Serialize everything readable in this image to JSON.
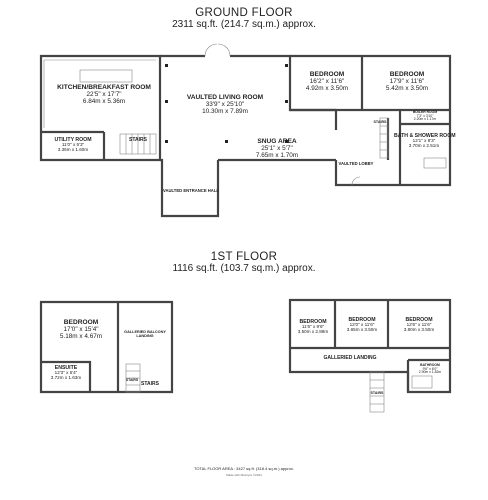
{
  "ground_floor": {
    "heading": "GROUND FLOOR",
    "area": "2311 sq.ft. (214.7 sq.m.) approx.",
    "rooms": [
      {
        "id": "kitchen",
        "name": "KITCHEN/BREAKFAST ROOM",
        "dim_imperial": "22'5\" x 17'7\"",
        "dim_metric": "6.84m x 5.36m"
      },
      {
        "id": "living",
        "name": "VAULTED LIVING ROOM",
        "dim_imperial": "33'9\" x 25'10\"",
        "dim_metric": "10.30m x 7.89m"
      },
      {
        "id": "bedroom1",
        "name": "BEDROOM",
        "dim_imperial": "16'2\" x 11'6\"",
        "dim_metric": "4.92m x 3.50m"
      },
      {
        "id": "bedroom2",
        "name": "BEDROOM",
        "dim_imperial": "17'9\" x 11'6\"",
        "dim_metric": "5.42m x 3.50m"
      },
      {
        "id": "utility",
        "name": "UTILITY ROOM",
        "dim_imperial": "11'0\" x 5'3\"",
        "dim_metric": "3.36m x 1.60m"
      },
      {
        "id": "snug",
        "name": "SNUG AREA",
        "dim_imperial": "25'1\" x 5'7\"",
        "dim_metric": "7.65m x 1.70m"
      },
      {
        "id": "bath",
        "name": "BATH & SHOWER ROOM",
        "dim_imperial": "12'1\" x 8'3\"",
        "dim_metric": "3.70m x 2.51m"
      },
      {
        "id": "boiler",
        "name": "BOILER ROOM",
        "dim_imperial": "7'3\" x 3'10\"",
        "dim_metric": "2.20m x 1.17m"
      }
    ],
    "labels": {
      "stairs": "STAIRS",
      "stairs_small": "STAIRS",
      "vaulted_lobby": "VAULTED LOBBY",
      "vaulted_entrance_hall": "VAULTED ENTRANCE HALL"
    }
  },
  "first_floor": {
    "heading": "1ST FLOOR",
    "area": "1116 sq.ft. (103.7 sq.m.) approx.",
    "rooms": [
      {
        "id": "bedroom_big",
        "name": "BEDROOM",
        "dim_imperial": "17'0\" x 15'4\"",
        "dim_metric": "5.18m x 4.67m"
      },
      {
        "id": "ensuite",
        "name": "ENSUITE",
        "dim_imperial": "12'3\" x 5'4\"",
        "dim_metric": "3.72m x 1.63m"
      },
      {
        "id": "bedroom_a",
        "name": "BEDROOM",
        "dim_imperial": "11'6\" x 9'6\"",
        "dim_metric": "3.50m x 2.89m"
      },
      {
        "id": "bedroom_b",
        "name": "BEDROOM",
        "dim_imperial": "12'0\" x 11'6\"",
        "dim_metric": "3.65m x 3.50m"
      },
      {
        "id": "bedroom_c",
        "name": "BEDROOM",
        "dim_imperial": "12'6\" x 11'6\"",
        "dim_metric": "3.80m x 3.50m"
      },
      {
        "id": "bathroom",
        "name": "BATHROOM",
        "dim_imperial": "9'6\" x 6'0\"",
        "dim_metric": "2.90m x 1.82m"
      }
    ],
    "labels": {
      "galleried_balcony_landing": "GALLERIED BALCONY LANDING",
      "galleried_landing": "GALLERIED LANDING",
      "stairs_left": "STAIRS",
      "stairs_left_small": "STAIRS",
      "stairs_right": "STAIRS"
    }
  },
  "footer": {
    "total": "TOTAL FLOOR AREA : 3427 sq.ft. (318.4 sq.m.) approx.",
    "credit": "Made with Metropix ©2024"
  }
}
